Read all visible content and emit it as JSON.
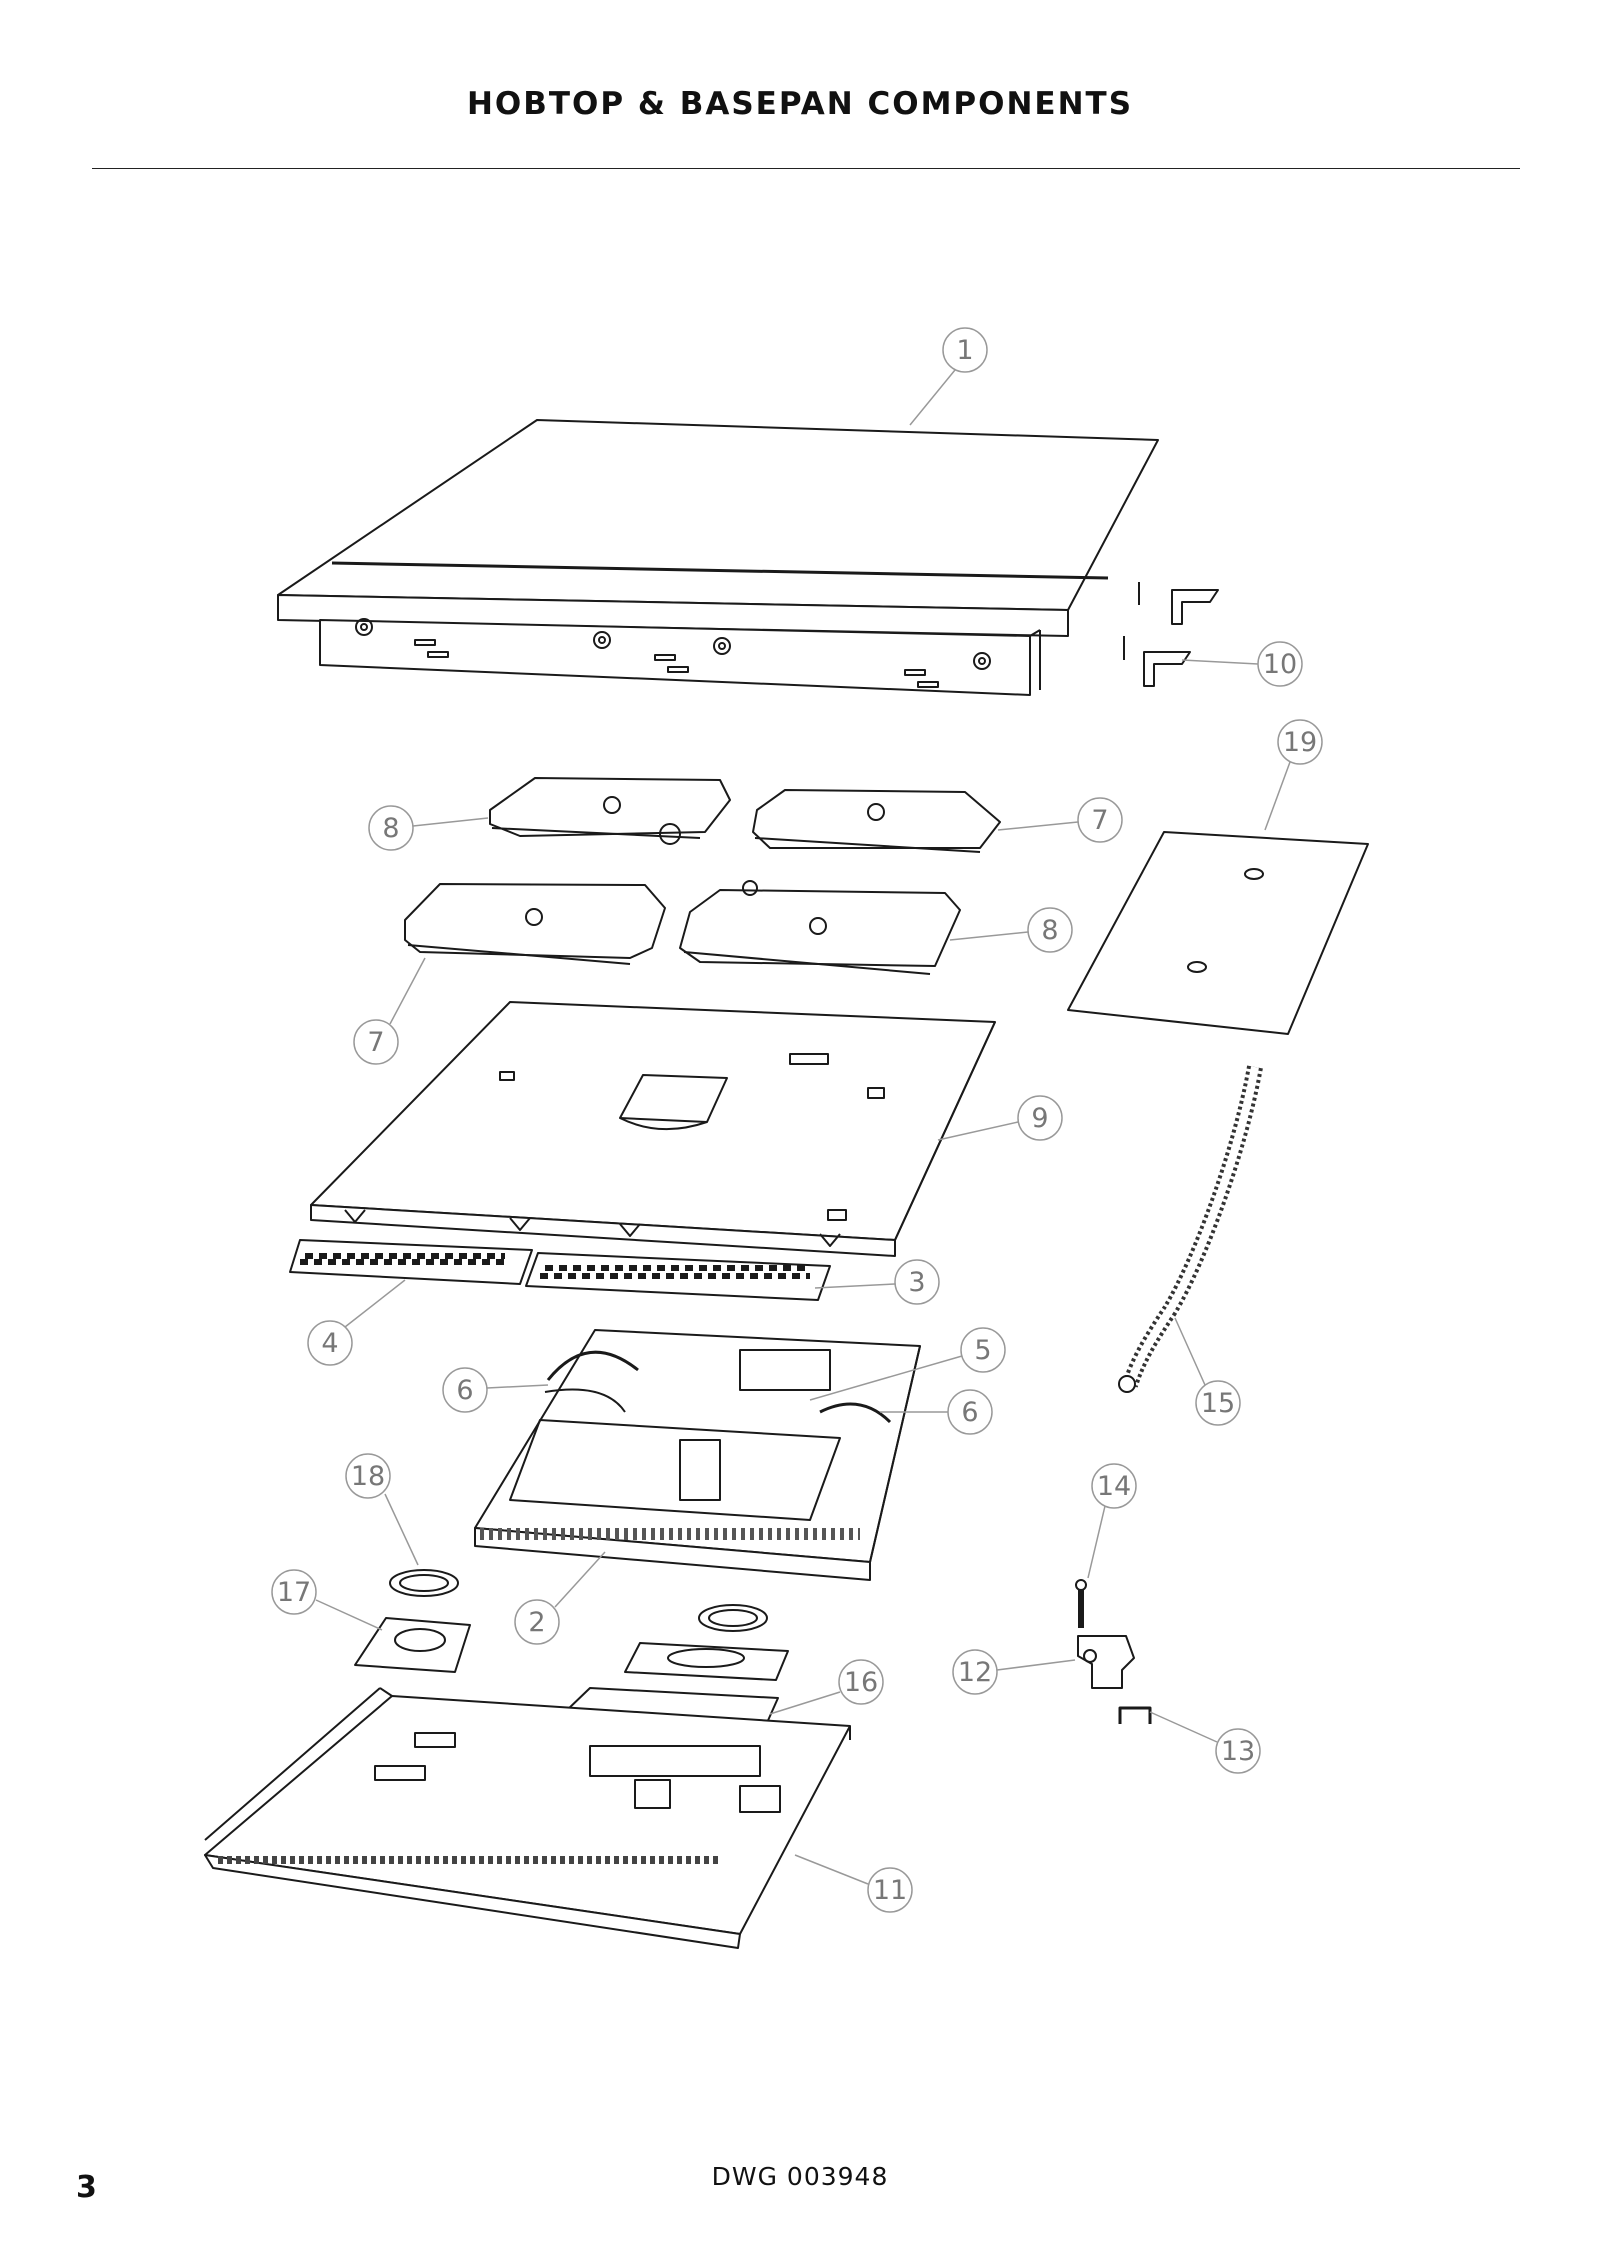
{
  "page": {
    "title": "HOBTOP & BASEPAN COMPONENTS",
    "page_number": "3",
    "drawing_number": "DWG 003948"
  },
  "callouts": [
    {
      "id": "c1",
      "label": "1"
    },
    {
      "id": "c10",
      "label": "10"
    },
    {
      "id": "c19",
      "label": "19"
    },
    {
      "id": "c8a",
      "label": "8"
    },
    {
      "id": "c7a",
      "label": "7"
    },
    {
      "id": "c8b",
      "label": "8"
    },
    {
      "id": "c7b",
      "label": "7"
    },
    {
      "id": "c9",
      "label": "9"
    },
    {
      "id": "c3",
      "label": "3"
    },
    {
      "id": "c4",
      "label": "4"
    },
    {
      "id": "c5",
      "label": "5"
    },
    {
      "id": "c6a",
      "label": "6"
    },
    {
      "id": "c6b",
      "label": "6"
    },
    {
      "id": "c15",
      "label": "15"
    },
    {
      "id": "c18",
      "label": "18"
    },
    {
      "id": "c14",
      "label": "14"
    },
    {
      "id": "c17",
      "label": "17"
    },
    {
      "id": "c2",
      "label": "2"
    },
    {
      "id": "c12",
      "label": "12"
    },
    {
      "id": "c16",
      "label": "16"
    },
    {
      "id": "c13",
      "label": "13"
    },
    {
      "id": "c11",
      "label": "11"
    }
  ]
}
